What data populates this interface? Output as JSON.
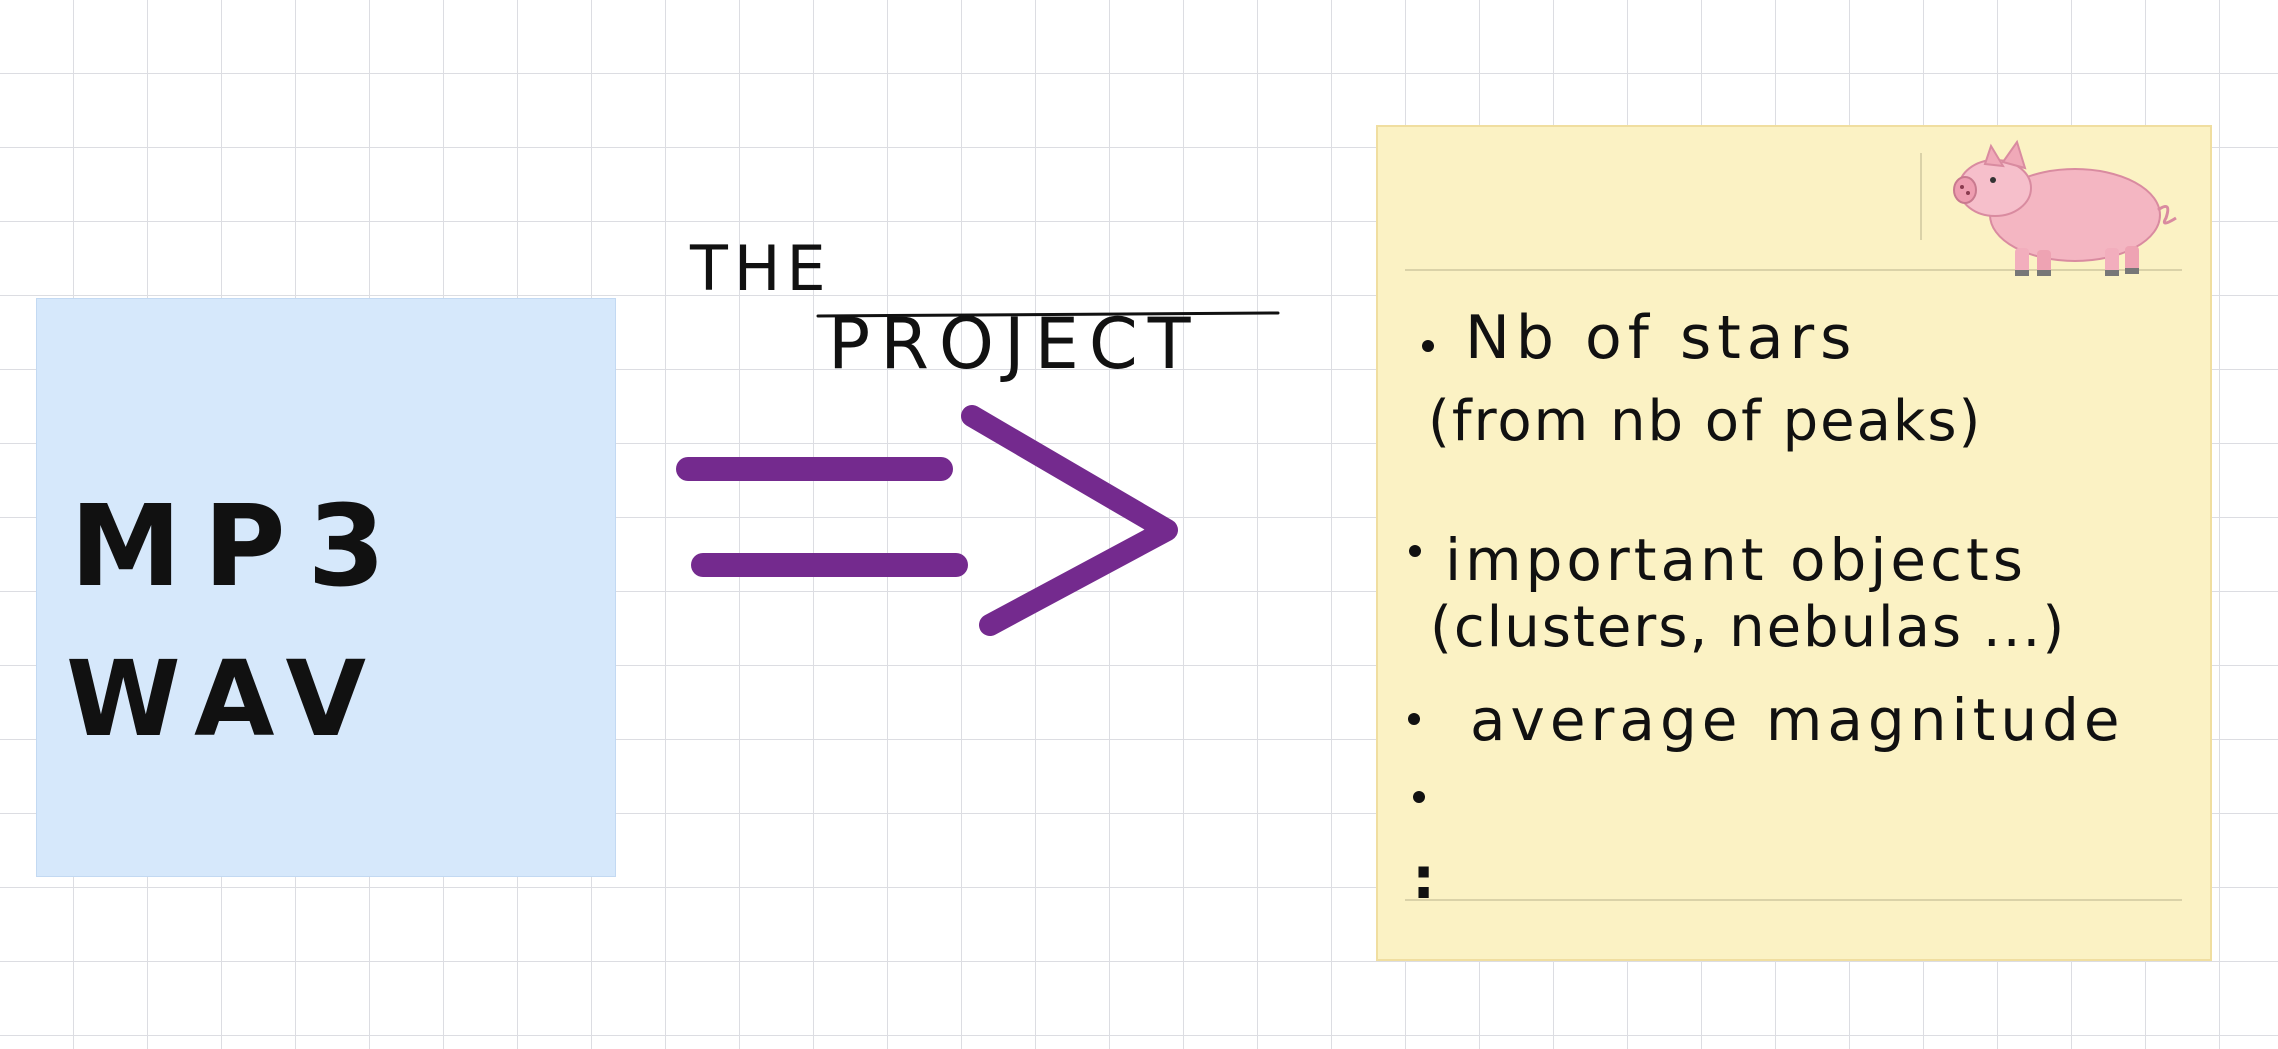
{
  "canvas": {
    "grid_color": "#dcdde2",
    "background": "#ffffff"
  },
  "blue_sticky": {
    "color": "#d6e8fb",
    "line1": "MP3",
    "line2": "WAV"
  },
  "title": {
    "line1": "THE",
    "line2": "PROJECT"
  },
  "arrow": {
    "color": "#742a8e",
    "icon": "double-arrow-right-icon"
  },
  "yellow_sticky": {
    "color": "#fbf2c4",
    "sticker": "pig-icon",
    "items": [
      {
        "text": "Nb of stars",
        "sub": "(from nb of peaks)"
      },
      {
        "text": "important objects",
        "sub": "(clusters, nebulas ...)"
      },
      {
        "text": "average magnitude",
        "sub": ""
      },
      {
        "text": "",
        "sub": ""
      },
      {
        "text": ":",
        "sub": ""
      }
    ]
  }
}
